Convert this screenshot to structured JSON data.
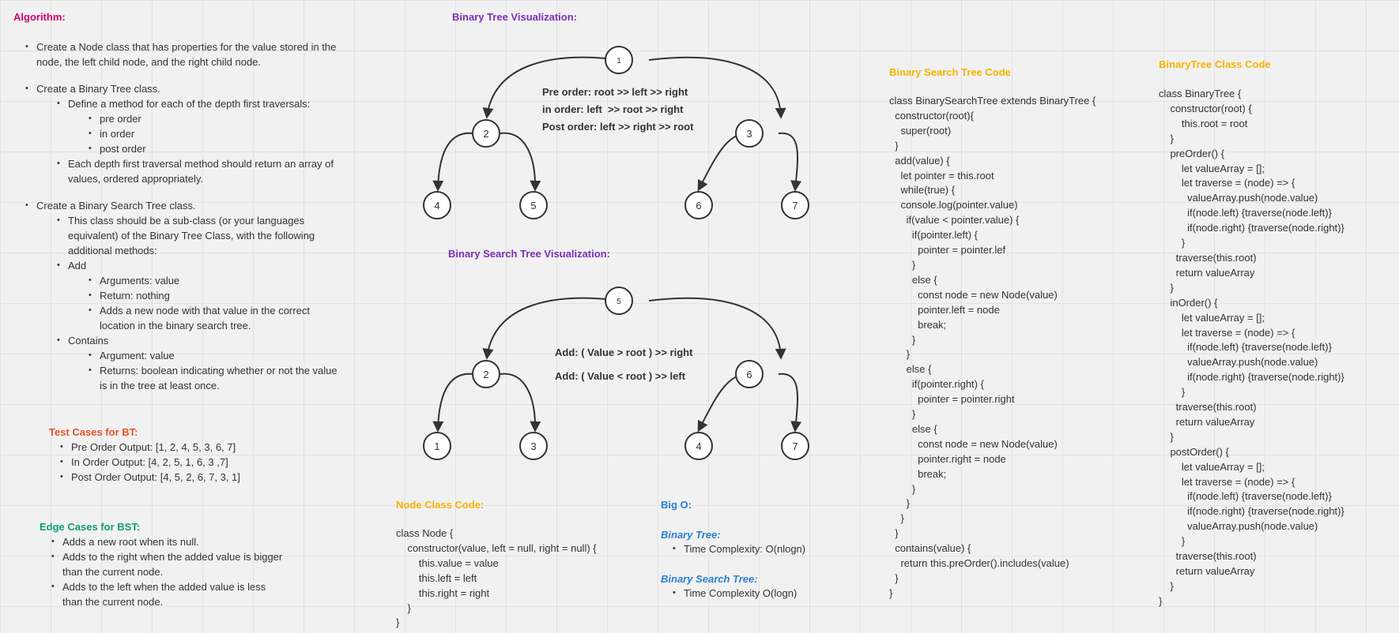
{
  "colors": {
    "algorithm": "#d4006a",
    "visualization": "#7b2fb8",
    "test_cases": "#e8512a",
    "edge_cases": "#0f9b7a",
    "code_heading": "#f4b400",
    "bigo": "#2a7fd4",
    "text": "#333333"
  },
  "algorithm": {
    "title": "Algorithm:",
    "items": [
      {
        "level": 1,
        "text": "Create a Node class that has properties for the value stored in the"
      },
      {
        "level": 1,
        "text": "node, the left child node, and the right child node.",
        "cont": true
      },
      {
        "gap": true
      },
      {
        "level": 1,
        "text": "Create a Binary Tree class."
      },
      {
        "level": 2,
        "text": "Define a method for each of the depth first traversals:"
      },
      {
        "level": 3,
        "text": "pre order"
      },
      {
        "level": 3,
        "text": "in order"
      },
      {
        "level": 3,
        "text": "post order"
      },
      {
        "level": 2,
        "text": "Each depth first traversal method should return an array of"
      },
      {
        "level": 2,
        "text": "values, ordered appropriately.",
        "cont": true
      },
      {
        "gap": true
      },
      {
        "level": 1,
        "text": "Create a Binary Search Tree class."
      },
      {
        "level": 2,
        "text": "This class should be a sub-class (or your languages"
      },
      {
        "level": 2,
        "text": "equivalent) of the Binary Tree Class, with the following",
        "cont": true
      },
      {
        "level": 2,
        "text": "additional methods:",
        "cont": true
      },
      {
        "level": 2,
        "text": "Add"
      },
      {
        "level": 3,
        "text": "Arguments: value"
      },
      {
        "level": 3,
        "text": "Return: nothing"
      },
      {
        "level": 3,
        "text": "Adds a new node with that value in the correct"
      },
      {
        "level": 3,
        "text": "location in the binary search tree.",
        "cont": true
      },
      {
        "level": 2,
        "text": "Contains"
      },
      {
        "level": 3,
        "text": "Argument: value"
      },
      {
        "level": 3,
        "text": "Returns: boolean indicating whether or not the value"
      },
      {
        "level": 3,
        "text": "is in the tree at least once.",
        "cont": true
      }
    ]
  },
  "test_cases": {
    "title": "Test Cases for BT:",
    "items": [
      "Pre Order Output: [1, 2, 4, 5, 3, 6, 7]",
      "In Order Output: [4, 2, 5, 1, 6, 3 ,7]",
      "Post Order Output: [4, 5, 2, 6, 7, 3, 1]"
    ]
  },
  "edge_cases": {
    "title": "Edge Cases for BST:",
    "items": [
      {
        "text": "Adds a new root when its null."
      },
      {
        "text": "Adds to the right when the added value is bigger"
      },
      {
        "text": "than the current node.",
        "cont": true
      },
      {
        "text": "Adds to the left when the added value is less"
      },
      {
        "text": "than the current node.",
        "cont": true
      }
    ]
  },
  "bt_visualization": {
    "title": "Binary Tree Visualization:",
    "nodes": [
      "1",
      "2",
      "3",
      "4",
      "5",
      "6",
      "7"
    ],
    "notes": [
      "Pre order: root >> left >> right",
      "in order: left  >> root >> right",
      "Post order: left >> right >> root"
    ]
  },
  "bst_visualization": {
    "title": "Binary Search Tree Visualization:",
    "nodes": [
      "5",
      "2",
      "6",
      "1",
      "3",
      "4",
      "7"
    ],
    "notes": [
      "Add: ( Value > root ) >> right",
      "Add: ( Value < root ) >> left"
    ]
  },
  "node_class": {
    "title": "Node Class Code:",
    "code": "class Node {\n    constructor(value, left = null, right = null) {\n        this.value = value\n        this.left = left\n        this.right = right\n    }\n}"
  },
  "big_o": {
    "title": "Big O:",
    "binary_tree_label": "Binary Tree:",
    "binary_tree_item": "Time Complexity: O(nlogn)",
    "bst_label": "Binary Search Tree:",
    "bst_item": "Time Complexity O(logn)"
  },
  "bst_code": {
    "title": "Binary Search Tree Code",
    "code": "class BinarySearchTree extends BinaryTree {\n  constructor(root){\n    super(root)\n  }\n  add(value) {\n    let pointer = this.root\n    while(true) {\n    console.log(pointer.value)\n      if(value < pointer.value) {\n        if(pointer.left) {\n          pointer = pointer.lef\n        }\n        else {\n          const node = new Node(value)\n          pointer.left = node\n          break;\n        }\n      }\n      else {\n        if(pointer.right) {\n          pointer = pointer.right\n        }\n        else {\n          const node = new Node(value)\n          pointer.right = node\n          break;\n        }\n      }\n    }\n  }\n  contains(value) {\n    return this.preOrder().includes(value)\n  }\n}"
  },
  "bt_code": {
    "title": "BinaryTree Class Code",
    "code": "class BinaryTree {\n    constructor(root) {\n        this.root = root\n    }\n    preOrder() {\n        let valueArray = [];\n        let traverse = (node) => {\n          valueArray.push(node.value)\n          if(node.left) {traverse(node.left)}\n          if(node.right) {traverse(node.right)}\n        }\n      traverse(this.root)\n      return valueArray\n    }\n    inOrder() {\n        let valueArray = [];\n        let traverse = (node) => {\n          if(node.left) {traverse(node.left)}\n          valueArray.push(node.value)\n          if(node.right) {traverse(node.right)}\n        }\n      traverse(this.root)\n      return valueArray\n    }\n    postOrder() {\n        let valueArray = [];\n        let traverse = (node) => {\n          if(node.left) {traverse(node.left)}\n          if(node.right) {traverse(node.right)}\n          valueArray.push(node.value)\n        }\n      traverse(this.root)\n      return valueArray\n    }\n}"
  }
}
